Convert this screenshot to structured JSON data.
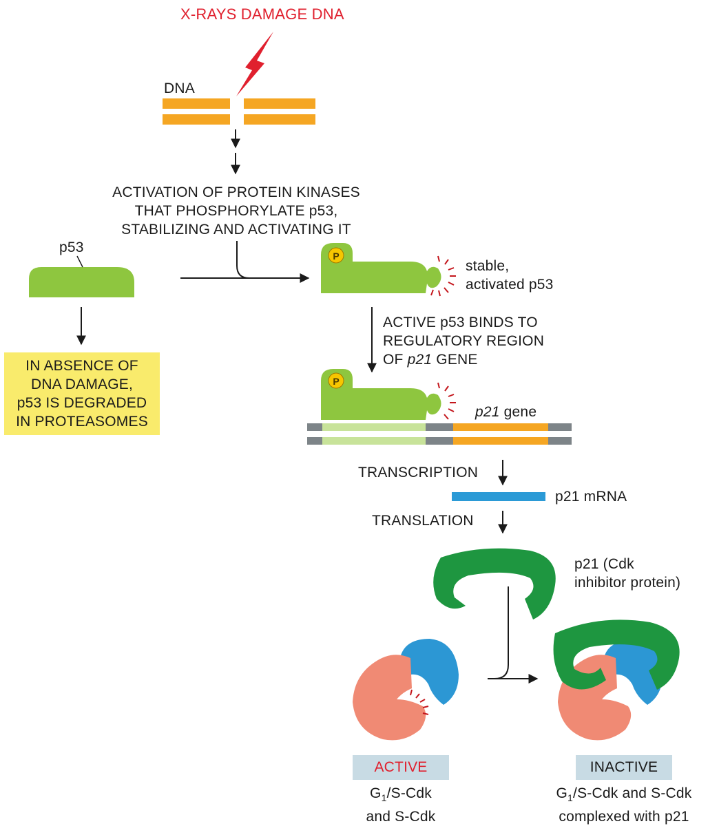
{
  "damage": {
    "label": "X-RAYS DAMAGE DNA"
  },
  "dna": {
    "label": "DNA"
  },
  "kinase_step": {
    "line1": "ACTIVATION OF PROTEIN KINASES",
    "line2": "THAT PHOSPHORYLATE p53,",
    "line3": "STABILIZING AND ACTIVATING IT"
  },
  "p53": {
    "label": "p53"
  },
  "degradation_box": {
    "line1": "IN ABSENCE OF",
    "line2": "DNA DAMAGE,",
    "line3": "p53 IS DEGRADED",
    "line4": "IN PROTEASOMES"
  },
  "stable_p53": {
    "line1": "stable,",
    "line2": "activated p53",
    "phospho_symbol": "P"
  },
  "binding_step": {
    "line1": "ACTIVE p53 BINDS TO",
    "line2": "REGULATORY REGION",
    "line3_prefix": "OF ",
    "line3_gene": "p21",
    "line3_suffix": " GENE"
  },
  "p21_gene": {
    "gene": "p21",
    "suffix": " gene"
  },
  "transcription": {
    "label": "TRANSCRIPTION"
  },
  "mrna": {
    "label": "p21 mRNA"
  },
  "translation": {
    "label": "TRANSLATION"
  },
  "p21_protein": {
    "line1": "p21 (Cdk",
    "line2": "inhibitor protein)"
  },
  "active_state": {
    "badge": "ACTIVE",
    "line1_pre": "G",
    "line1_sub": "1",
    "line1_post": "/S-Cdk",
    "line2": "and S-Cdk"
  },
  "inactive_state": {
    "badge": "INACTIVE",
    "line1_pre": "G",
    "line1_sub": "1",
    "line1_post": "/S-Cdk and S-Cdk",
    "line2": "complexed with p21"
  },
  "colors": {
    "dna_orange": "#f5a623",
    "p53_green": "#8ec63f",
    "phospho_yellow": "#f7c600",
    "regulatory_light_green": "#c8e39a",
    "gene_grey": "#7d8488",
    "mrna_blue": "#2b9ad6",
    "p21_dark_green": "#1e9640",
    "cdk_salmon": "#f08a74",
    "cyclin_blue": "#2c97d4",
    "damage_red": "#e0202e",
    "yellow_box": "#f9eb6c",
    "state_badge": "#c8dbe4"
  }
}
